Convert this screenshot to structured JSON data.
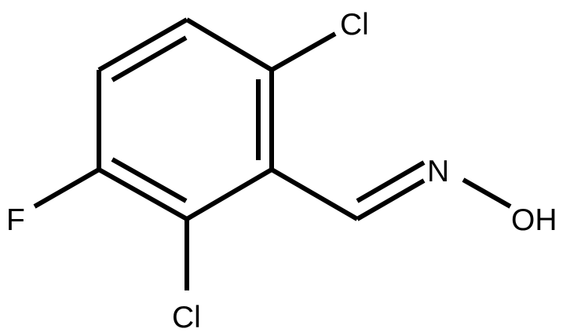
{
  "molecule": {
    "atoms": {
      "cl_top": "Cl",
      "cl_bottom": "Cl",
      "fluorine": "F",
      "nitrogen": "N",
      "hydroxyl": "OH"
    }
  },
  "colors": {
    "bond": "#000000",
    "text": "#000000",
    "background": "#ffffff"
  }
}
